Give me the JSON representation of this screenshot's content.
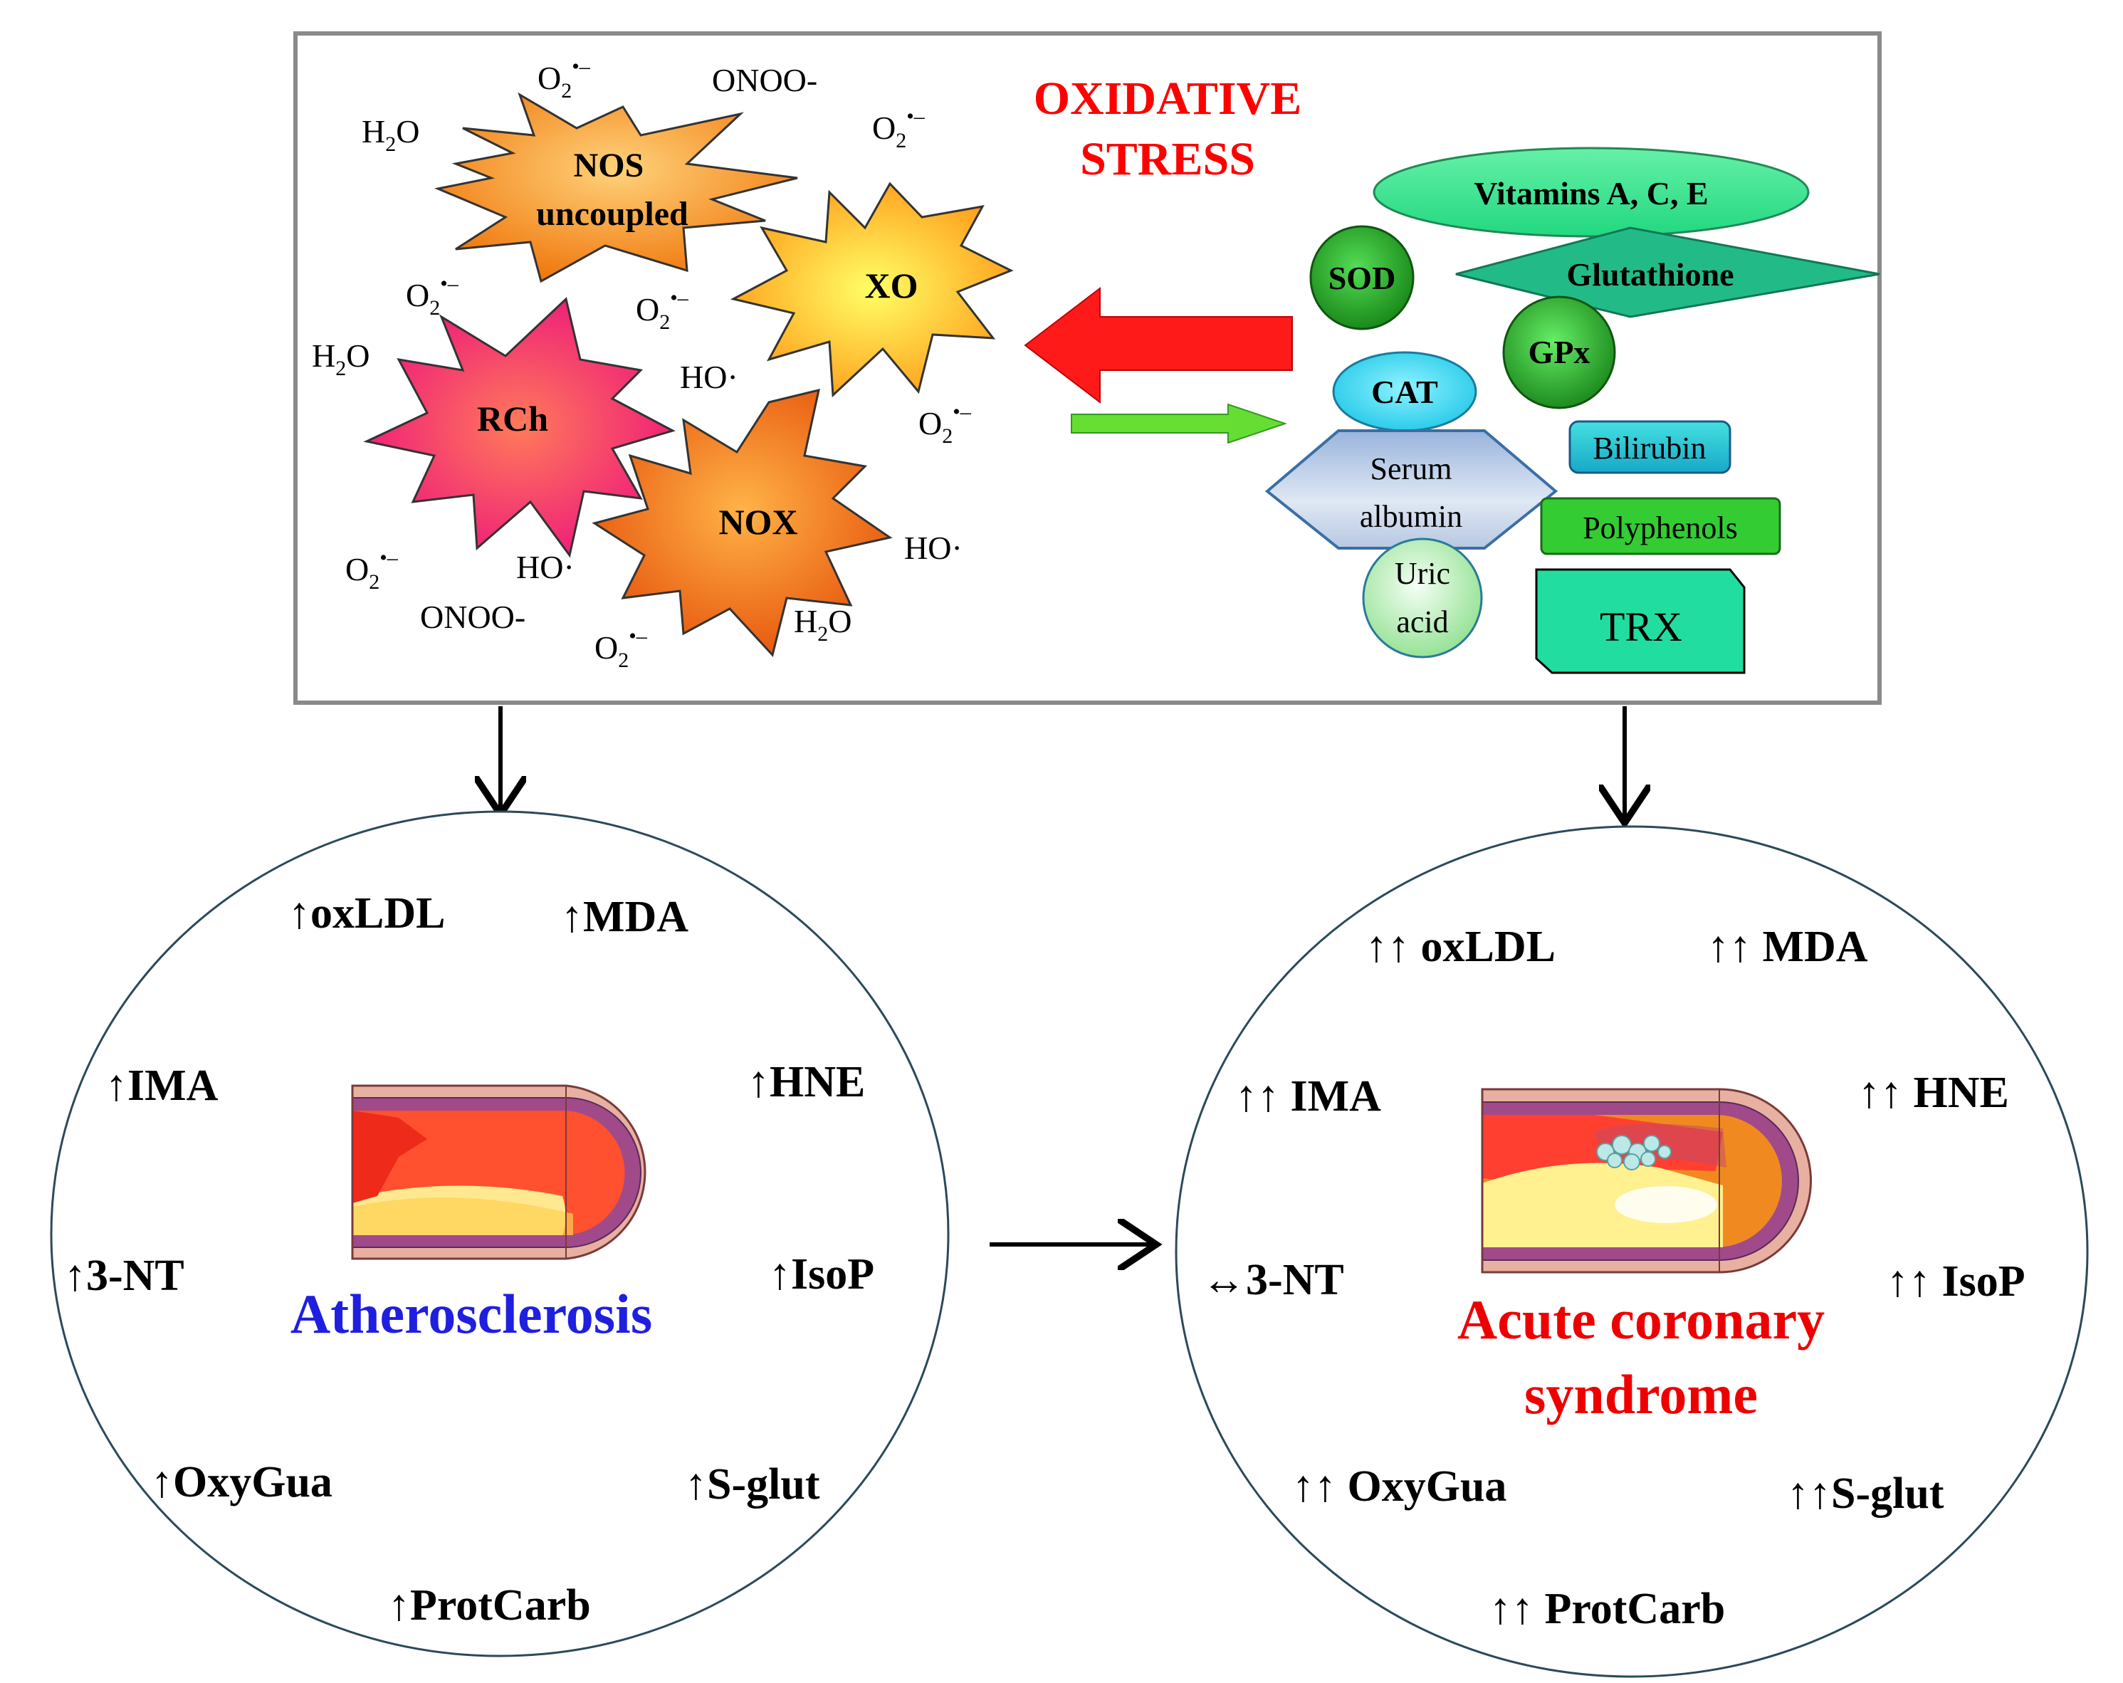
{
  "title": "OXIDATIVE STRESS",
  "title_lines": [
    "OXIDATIVE",
    "STRESS"
  ],
  "colors": {
    "title": "#ff0000",
    "atherosclerosis_label": "#1f1fe0",
    "acs_label": "#ee0000",
    "big_arrow": "#ff1a1a",
    "small_arrow": "#66dd33"
  },
  "sources": {
    "nos": [
      "NOS",
      "uncoupled"
    ],
    "xo": "XO",
    "rch": "RCh",
    "nox": "NOX"
  },
  "species": {
    "superoxide_base": "O",
    "superoxide_sub": "2",
    "superoxide_sup": "•–",
    "peroxynitrite": "ONOO-",
    "hydrogen_peroxide_base": "H",
    "hydrogen_peroxide_sub": "2",
    "hydrogen_peroxide_rest": "O",
    "hydroxyl": "HO·"
  },
  "antioxidants": {
    "vitamins": "Vitamins A, C, E",
    "sod": "SOD",
    "glutathione": "Glutathione",
    "gpx": "GPx",
    "cat": "CAT",
    "bilirubin": "Bilirubin",
    "serum_albumin": [
      "Serum",
      "albumin"
    ],
    "polyphenols": "Polyphenols",
    "uric_acid": [
      "Uric",
      "acid"
    ],
    "trx": "TRX"
  },
  "atherosclerosis": {
    "label": "Atherosclerosis",
    "markers": {
      "oxldl": "↑oxLDL",
      "mda": "↑MDA",
      "ima": "↑IMA",
      "hne": "↑HNE",
      "nt3": "↑3-NT",
      "isop": "↑IsoP",
      "oxygua": "↑OxyGua",
      "sglut": "↑S-glut",
      "protcarb": "↑ProtCarb"
    }
  },
  "acs": {
    "label_lines": [
      "Acute coronary",
      "syndrome"
    ],
    "markers": {
      "oxldl": "↑↑ oxLDL",
      "mda": "↑↑ MDA",
      "ima": "↑↑ IMA",
      "hne": "↑↑ HNE",
      "nt3": "↔3-NT",
      "isop": "↑↑ IsoP",
      "oxygua": "↑↑ OxyGua",
      "sglut": "↑↑S-glut",
      "protcarb": "↑↑ ProtCarb"
    }
  }
}
